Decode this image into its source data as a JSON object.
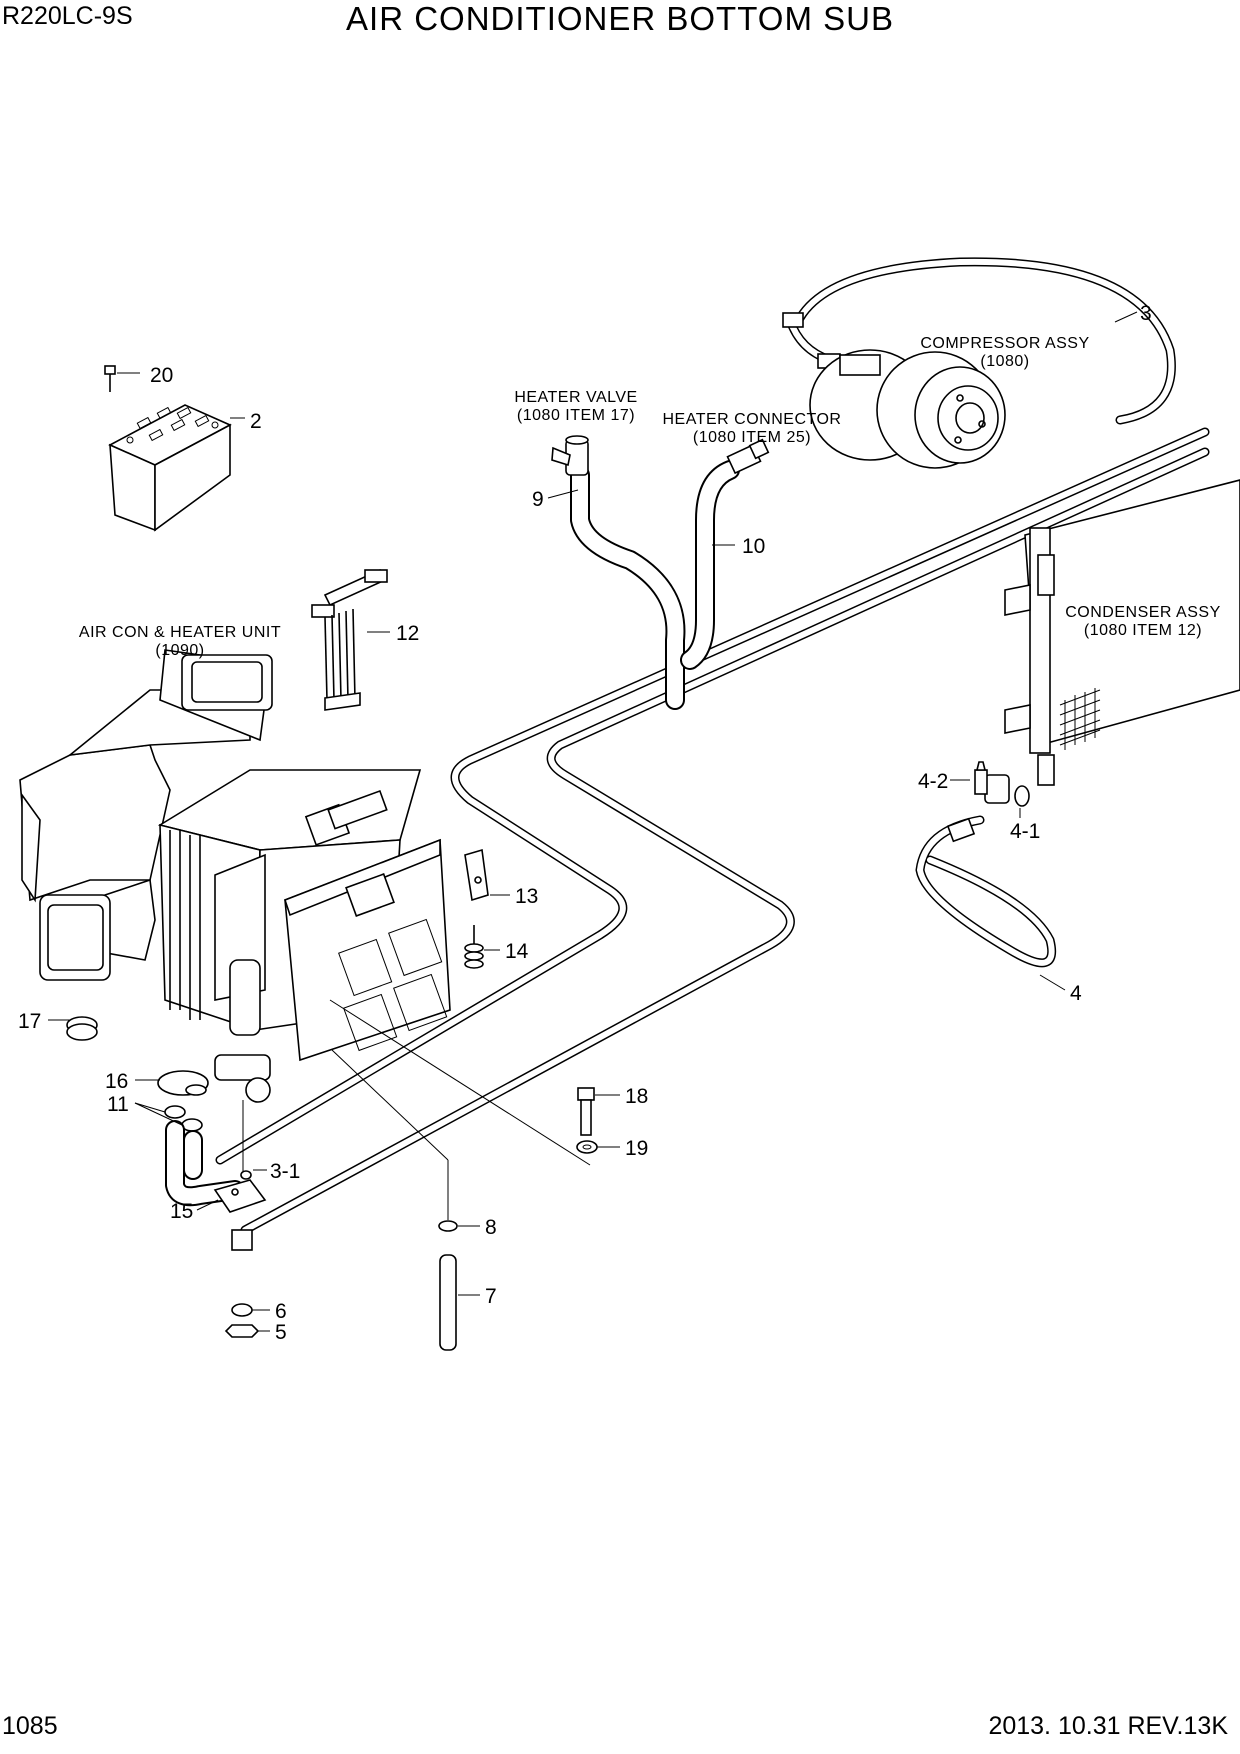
{
  "header": {
    "model": "R220LC-9S",
    "title": "AIR CONDITIONER BOTTOM SUB"
  },
  "footer": {
    "page_number": "1085",
    "revision": "2013. 10.31  REV.13K"
  },
  "notes": {
    "compressor": {
      "line1": "COMPRESSOR ASSY",
      "line2": "(1080)"
    },
    "heater_valve": {
      "line1": "HEATER VALVE",
      "line2": "(1080 ITEM 17)"
    },
    "heater_connector": {
      "line1": "HEATER CONNECTOR",
      "line2": "(1080 ITEM 25)"
    },
    "condenser": {
      "line1": "CONDENSER ASSY",
      "line2": "(1080 ITEM 12)"
    },
    "aircon_unit": {
      "line1": "AIR CON & HEATER UNIT",
      "line2": "(1090)"
    }
  },
  "callouts": {
    "c2": "2",
    "c3": "3",
    "c3_1": "3-1",
    "c4": "4",
    "c4_1": "4-1",
    "c4_2": "4-2",
    "c5": "5",
    "c6": "6",
    "c7": "7",
    "c8": "8",
    "c9": "9",
    "c10": "10",
    "c11": "11",
    "c12": "12",
    "c13": "13",
    "c14": "14",
    "c15": "15",
    "c16": "16",
    "c17": "17",
    "c18": "18",
    "c19": "19",
    "c20": "20"
  }
}
